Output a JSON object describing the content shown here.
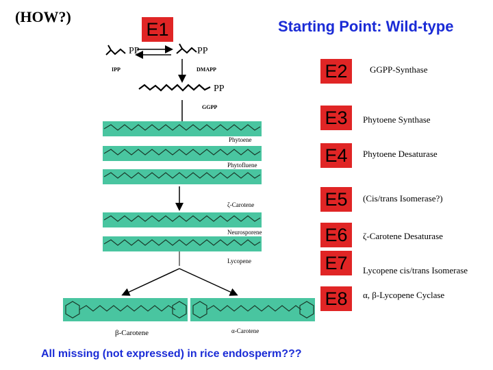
{
  "header": {
    "how": "(HOW?)",
    "e1": "E1",
    "starting_point": "Starting Point: Wild-type"
  },
  "precursors": {
    "pp_left": "PP",
    "pp_right": "PP",
    "ipp": "IPP",
    "dmapp": "DMAPP",
    "pp_chain": "PP",
    "ggpp": "GGPP"
  },
  "enzymes": [
    {
      "id": "E2",
      "name": "GGPP-Synthase"
    },
    {
      "id": "E3",
      "name": "Phytoene Synthase"
    },
    {
      "id": "E4",
      "name": "Phytoene Desaturase"
    },
    {
      "id": "E5",
      "name": "(Cis/trans Isomerase?)"
    },
    {
      "id": "E6",
      "name": "ζ-Carotene Desaturase"
    },
    {
      "id": "E7",
      "name": "Lycopene cis/trans Isomerase"
    },
    {
      "id": "E8",
      "name": "α, β-Lycopene Cyclase"
    }
  ],
  "molecules": {
    "phytoene": "Phytoene",
    "phytofluene": "Phytofluene",
    "zeta_carotene": "ζ-Carotene",
    "neurosporene": "Neurosporene",
    "lycopene": "Lycopene",
    "beta_carotene": "β-Carotene",
    "alpha_carotene": "α-Carotene"
  },
  "footer": {
    "note": "All missing (not expressed) in rice endosperm???"
  },
  "colors": {
    "enzyme_box": "#e02525",
    "molecule_strip": "#49c5a0",
    "header_text": "#1a2bd6",
    "footer_text": "#1a2bd6"
  }
}
